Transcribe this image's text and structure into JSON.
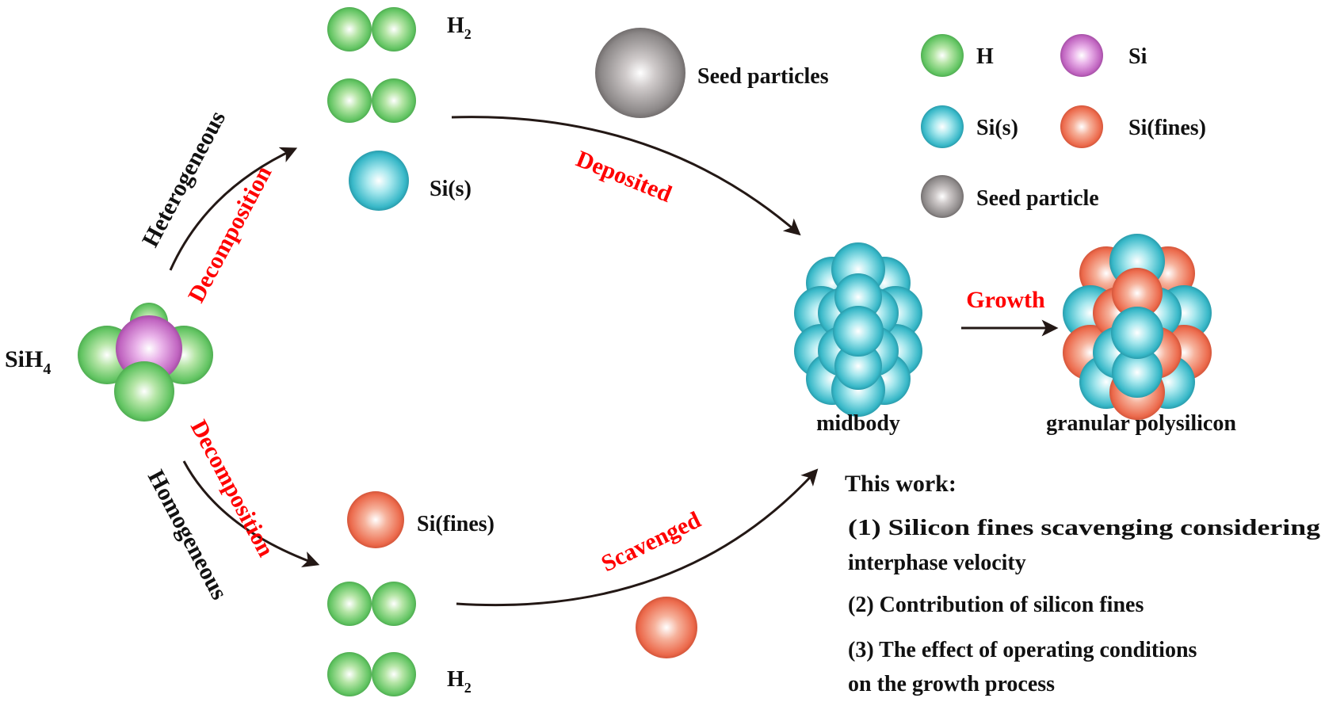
{
  "colors": {
    "h_green": "#62c462",
    "si_purple": "#c064c0",
    "si_s_cyan": "#38b8c8",
    "si_fines_orange": "#ec6a4c",
    "seed_gray": "#8c8888",
    "label_red": "#ff0000",
    "arrow": "#231815"
  },
  "labels": {
    "sih4_main": "SiH",
    "sih4_sub": "4",
    "h2_top_main": "H",
    "h2_top_sub": "2",
    "h2_bottom_main": "H",
    "h2_bottom_sub": "2",
    "si_s": "Si(s)",
    "si_fines": "Si(fines)",
    "seed_particles": "Seed particles",
    "heterogeneous": "Heterogeneous",
    "homogeneous": "Homogeneous",
    "decomposition_top": "Decomposition",
    "decomposition_bottom": "Decomposition",
    "deposited": "Deposited",
    "scavenged": "Scavenged",
    "growth": "Growth",
    "midbody": "midbody",
    "granular_polysilicon": "granular  polysilicon"
  },
  "legend": [
    {
      "label": "H",
      "color_key": "h_green"
    },
    {
      "label": "Si",
      "color_key": "si_purple"
    },
    {
      "label": "Si(s)",
      "color_key": "si_s_cyan"
    },
    {
      "label": "Si(fines)",
      "color_key": "si_fines_orange"
    },
    {
      "label": "Seed particle",
      "color_key": "seed_gray"
    }
  ],
  "this_work": {
    "title": "This work:",
    "items": [
      "(1) Silicon fines scavenging considering",
      "interphase velocity",
      "(2) Contribution  of silicon fines",
      "(3) The effect of operating  conditions",
      "on the growth process"
    ]
  }
}
